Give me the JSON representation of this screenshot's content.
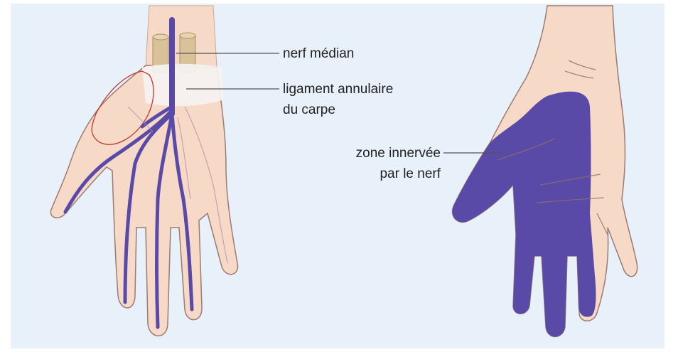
{
  "colors": {
    "background": "#e8f1fa",
    "skin": "#f7d9c8",
    "skin_outline": "#8c6f68",
    "nerf": "#5a4aa8",
    "zone": "#5a4aa8",
    "ligament": "#f5f3f1",
    "tendon": "#d9c29a",
    "bone_outline": "#c0392b"
  },
  "labels": {
    "nerf_median": "nerf médian",
    "ligament_line1": "ligament annulaire",
    "ligament_line2": "du carpe",
    "zone_line1": "zone innervée",
    "zone_line2": "par le nerf"
  },
  "figures": [
    {
      "name": "hand-nerve-anatomy-illustration"
    },
    {
      "name": "hand-innervation-zone-illustration"
    }
  ]
}
